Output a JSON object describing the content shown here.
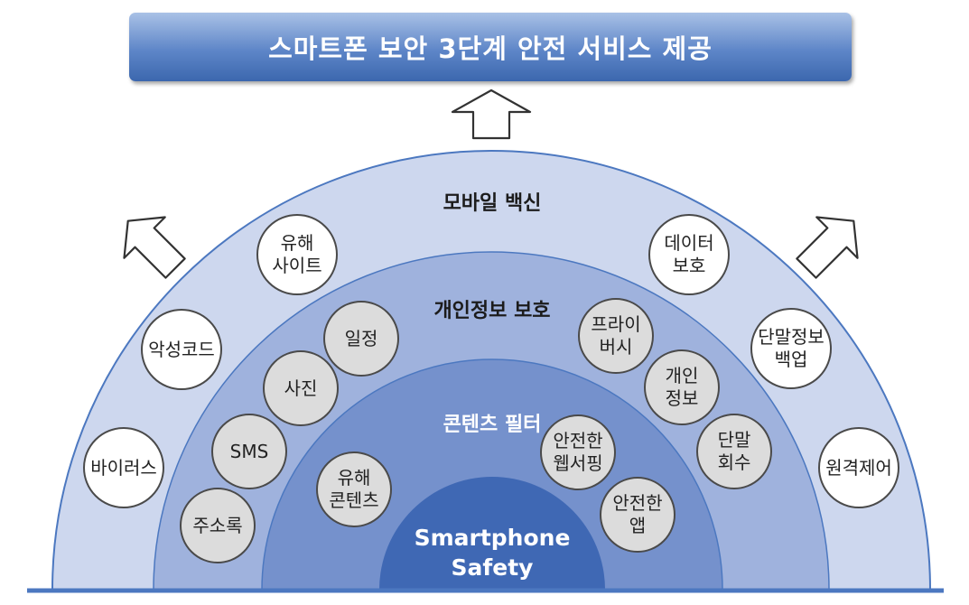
{
  "title": "스마트폰 보안 3단계 안전 서비스 제공",
  "layers": {
    "outer": "모바일 백신",
    "middle": "개인정보 보호",
    "inner": "콘텐츠 필터",
    "core": "Smartphone\nSafety"
  },
  "items": {
    "virus": "바이러스",
    "malicious_code": "악성코드",
    "harmful_site": "유해\n사이트",
    "data_protection": "데이터\n보호",
    "device_backup": "단말정보\n백업",
    "remote_control": "원격제어",
    "address_book": "주소록",
    "sms": "SMS",
    "photo": "사진",
    "schedule": "일정",
    "privacy": "프라이\n버시",
    "personal_info": "개인\n정보",
    "device_recovery": "단말\n회수",
    "harmful_content": "유해\n콘텐츠",
    "safe_browsing": "안전한\n웹서핑",
    "safe_app": "안전한\n앱"
  },
  "colors": {
    "outer_ring": "#cdd7ee",
    "middle_ring": "#9fb2dd",
    "inner_ring": "#7591cc",
    "core": "#3f68b4",
    "base_line": "#4c78c0",
    "arrow_stroke": "#333333"
  },
  "icons": [
    "up-arrow-icon",
    "up-left-arrow-icon",
    "up-right-arrow-icon"
  ]
}
